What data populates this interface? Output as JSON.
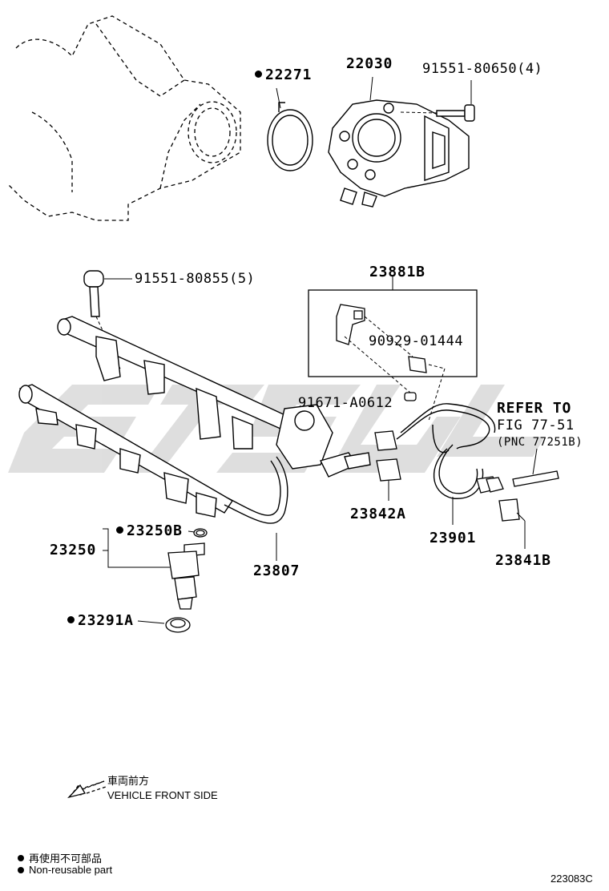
{
  "parts": {
    "p22271": "22271",
    "p22030": "22030",
    "p91551_80650": "91551-80650(4)",
    "p91551_80855": "91551-80855(5)",
    "p23881B": "23881B",
    "p90929_01444": "90929-01444",
    "p91671_A0612": "91671-A0612",
    "p23842A": "23842A",
    "p23901": "23901",
    "p23841B": "23841B",
    "p23250": "23250",
    "p23250B": "23250B",
    "p23291A": "23291A",
    "p23807": "23807"
  },
  "refer": {
    "line1": "REFER TO",
    "line2": "FIG 77-51",
    "line3": "(PNC 77251B)"
  },
  "legend": {
    "front_jp": "車両前方",
    "front_en": "VEHICLE FRONT SIDE"
  },
  "notes": {
    "nonreusable_jp": "再使用不可部品",
    "nonreusable_en": "Non-reusable part"
  },
  "figure_code": "223083C",
  "icons": {
    "front_arrow": "dashed-arrow-left-down-icon",
    "nonreusable_marker": "filled-dot-icon"
  }
}
